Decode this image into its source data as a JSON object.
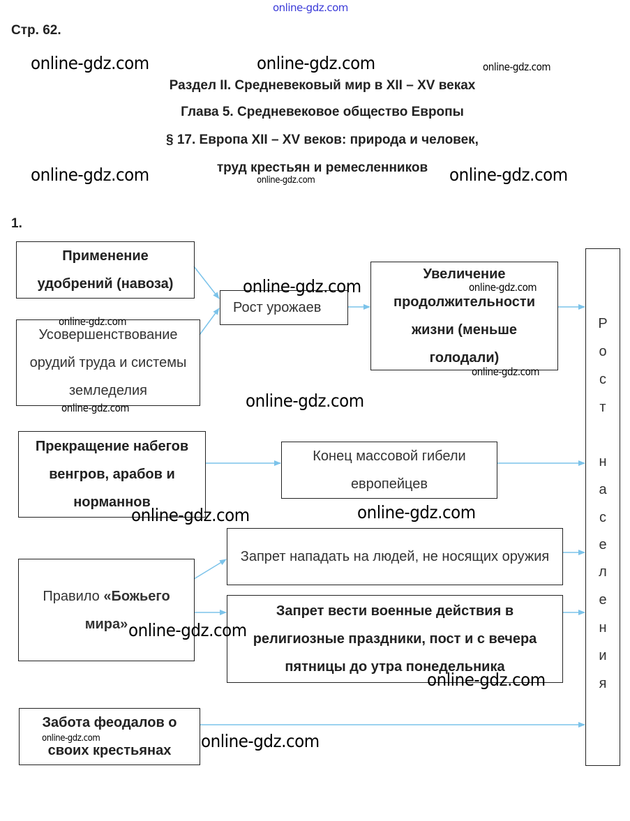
{
  "watermark": {
    "text": "online-gdz.com"
  },
  "page_label": "Стр. 62.",
  "headings": [
    "Раздел II. Средневековый мир в XII – XV веках",
    "Глава 5. Средневековое общество Европы",
    "§ 17. Европа XII – XV веков: природа и человек,",
    "труд крестьян и ремесленников"
  ],
  "task_number": "1.",
  "diagram": {
    "fertilizer": "Применение удобрений (навоза)",
    "tools": "Усовершенствование орудий труда и системы земледелия",
    "harvest": "Рост урожаев",
    "lifespan": "Увеличение продолжительности жизни (меньше голодали)",
    "raids_end": "Прекращение набегов венгров, арабов и норманнов",
    "deaths_end": "Конец массовой гибели европейцев",
    "peace_rule_prefix": "Правило ",
    "peace_rule_bold": "«Божьего мира»",
    "ban_attack": "Запрет нападать на людей, не носящих оружия",
    "ban_war": "Запрет вести военные действия в религиозные праздники, пост и с вечера пятницы до утра понедельника",
    "lords_care": "Забота феодалов о своих крестьянах",
    "result_letters": [
      "Р",
      "о",
      "с",
      "т",
      "н",
      "а",
      "с",
      "е",
      "л",
      "е",
      "н",
      "и",
      "я"
    ]
  },
  "colors": {
    "arrow": "#7cc3ea",
    "watermark_top": "#3a3ad8"
  }
}
